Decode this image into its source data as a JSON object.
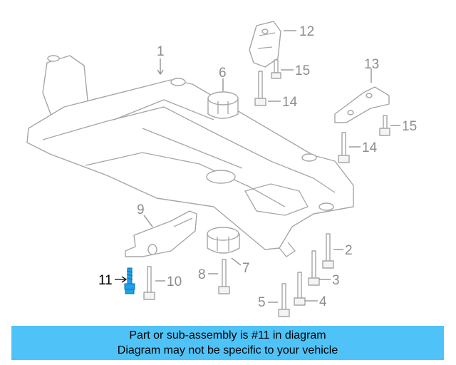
{
  "banner": {
    "line1": "Part or sub-assembly is #11 in diagram",
    "line2": "Diagram may not be specific to your vehicle",
    "background": "#4fc3f7"
  },
  "diagram": {
    "highlight_color": "#1fa0e8",
    "highlighted_part": "11",
    "callouts": {
      "c1": "1",
      "c2": "2",
      "c3": "3",
      "c4": "4",
      "c5": "5",
      "c6": "6",
      "c7": "7",
      "c8": "8",
      "c9": "9",
      "c10": "10",
      "c11": "11",
      "c12": "12",
      "c13": "13",
      "c14a": "14",
      "c14b": "14",
      "c15a": "15",
      "c15b": "15"
    }
  }
}
